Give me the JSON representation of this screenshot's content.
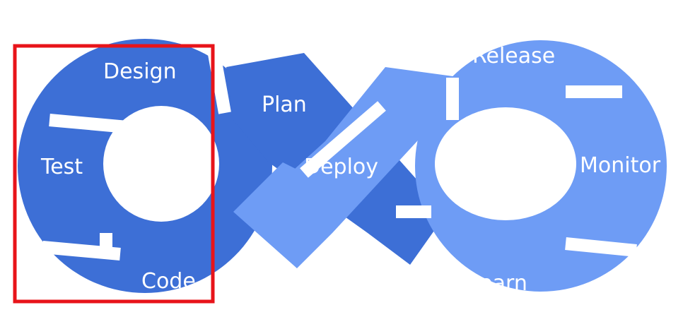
{
  "colors": {
    "background": "#ffffff",
    "dark_blue": "#3d6fd6",
    "light_blue": "#6e9cf5",
    "separator": "#ffffff",
    "highlight_box": "#e8141a"
  },
  "stages": {
    "design": "Design",
    "plan": "Plan",
    "deploy": "Deploy",
    "release": "Release",
    "monitor": "Monitor",
    "learn": "Learn",
    "code": "Code",
    "test": "Test"
  }
}
